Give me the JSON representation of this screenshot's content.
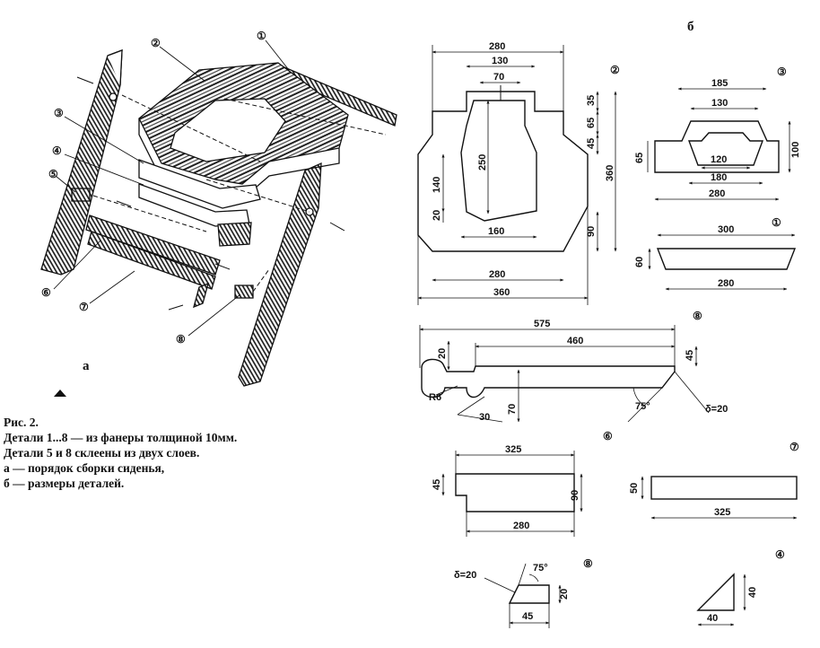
{
  "figure": {
    "panel_a_label": "а",
    "panel_b_label": "б",
    "caption_lines": [
      "Рис. 2.",
      "Детали 1...8 — из фанеры толщиной 10мм.",
      "Детали 5 и 8 склеены из двух слоев.",
      "а — порядок сборки сиденья,",
      "б — размеры деталей."
    ]
  },
  "assembly_callouts": [
    "②",
    "①",
    "③",
    "④",
    "⑤",
    "⑥",
    "⑦",
    "⑧"
  ],
  "part2": {
    "id": "②",
    "dims": [
      "280",
      "130",
      "70",
      "35",
      "65",
      "45",
      "250",
      "360",
      "140",
      "20",
      "160",
      "90",
      "280",
      "360"
    ]
  },
  "part3": {
    "id": "③",
    "dims": [
      "185",
      "130",
      "65",
      "100",
      "120",
      "180",
      "280"
    ]
  },
  "part1": {
    "id": "①",
    "dims": [
      "300",
      "60",
      "280"
    ]
  },
  "part8_main": {
    "id": "⑧",
    "dims": [
      "575",
      "460",
      "20",
      "45",
      "R6",
      "30",
      "70",
      "75°",
      "δ=20"
    ]
  },
  "part6": {
    "id": "⑥",
    "dims": [
      "325",
      "45",
      "90",
      "280"
    ]
  },
  "part7": {
    "id": "⑦",
    "dims": [
      "50",
      "325"
    ]
  },
  "part8_small": {
    "id": "⑧",
    "dims": [
      "δ=20",
      "75°",
      "20",
      "45"
    ]
  },
  "part4": {
    "id": "④",
    "dims": [
      "40",
      "40"
    ]
  }
}
